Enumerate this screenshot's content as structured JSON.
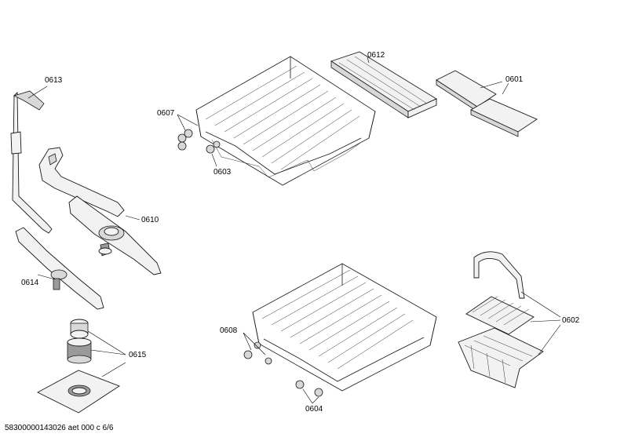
{
  "callouts": {
    "c0613": "0613",
    "c0612": "0612",
    "c0601": "0601",
    "c0607": "0607",
    "c0603": "0603",
    "c0610": "0610",
    "c0614": "0614",
    "c0615": "0615",
    "c0608": "0608",
    "c0604": "0604",
    "c0602": "0602"
  },
  "footer": "58300000143026 aet 000 c 6/6"
}
